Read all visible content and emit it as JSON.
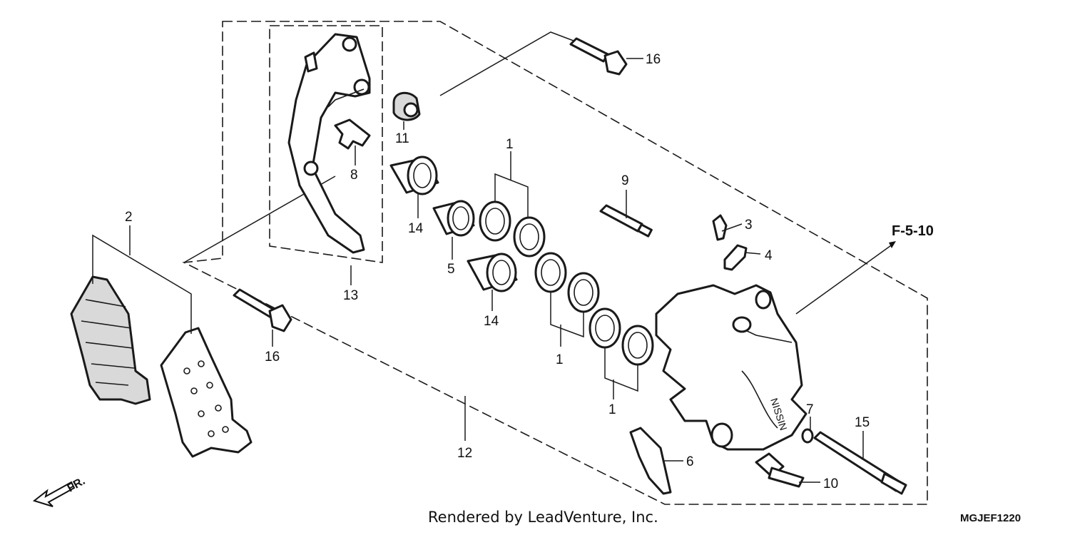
{
  "callouts": [
    {
      "id": "c1a",
      "label": "1"
    },
    {
      "id": "c1b",
      "label": "1"
    },
    {
      "id": "c1c",
      "label": "1"
    },
    {
      "id": "c2",
      "label": "2"
    },
    {
      "id": "c3",
      "label": "3"
    },
    {
      "id": "c4",
      "label": "4"
    },
    {
      "id": "c5",
      "label": "5"
    },
    {
      "id": "c6",
      "label": "6"
    },
    {
      "id": "c7",
      "label": "7"
    },
    {
      "id": "c8",
      "label": "8"
    },
    {
      "id": "c9",
      "label": "9"
    },
    {
      "id": "c10",
      "label": "10"
    },
    {
      "id": "c11",
      "label": "11"
    },
    {
      "id": "c12",
      "label": "12"
    },
    {
      "id": "c13",
      "label": "13"
    },
    {
      "id": "c14a",
      "label": "14"
    },
    {
      "id": "c14b",
      "label": "14"
    },
    {
      "id": "c15",
      "label": "15"
    },
    {
      "id": "c16a",
      "label": "16"
    },
    {
      "id": "c16b",
      "label": "16"
    }
  ],
  "reference": "F-5-10",
  "front_marker": "FR.",
  "caliper_brand": "NISSIN",
  "credit": "Rendered by LeadVenture, Inc.",
  "diagram_code": "MGJEF1220"
}
